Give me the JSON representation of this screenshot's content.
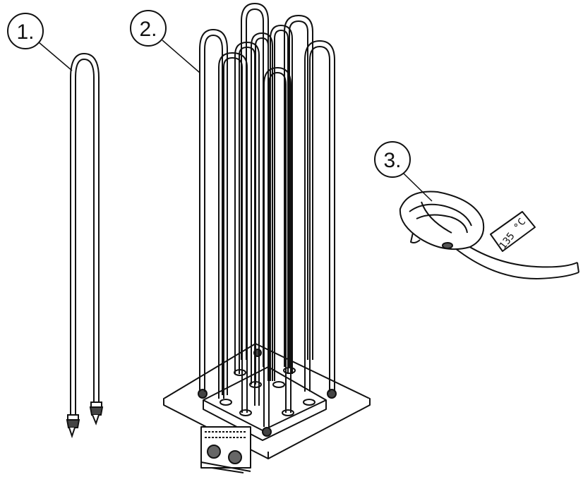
{
  "callouts": [
    {
      "id": "1",
      "label": "1."
    },
    {
      "id": "2",
      "label": "2."
    },
    {
      "id": "3",
      "label": "3."
    }
  ],
  "sensor_tag": "135 °C",
  "colors": {
    "line": "#111111",
    "fill": "#ffffff",
    "shade": "#dddddd"
  }
}
